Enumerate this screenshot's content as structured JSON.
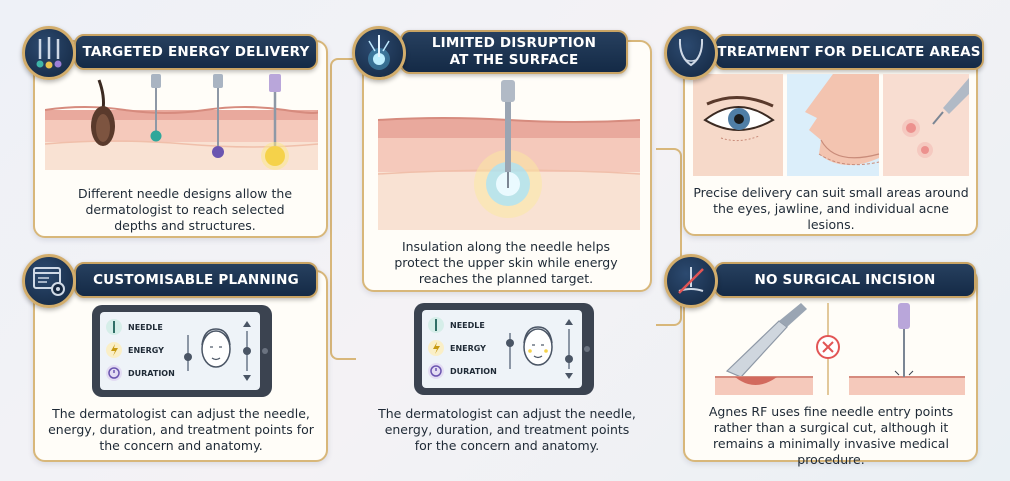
{
  "panels": {
    "targeted": {
      "title": "TARGETED ENERGY DELIVERY",
      "caption": "Different needle designs allow the dermatologist to reach selected depths and structures."
    },
    "planning": {
      "title": "CUSTOMISABLE PLANNING",
      "caption": "The dermatologist can adjust the needle, energy, duration, and treatment points for the concern and anatomy.",
      "controls": [
        "NEEDLE",
        "ENERGY",
        "DURATION"
      ]
    },
    "limited": {
      "title_line1": "LIMITED DISRUPTION",
      "title_line2": "AT THE SURFACE",
      "caption": "Insulation along the needle helps protect the upper skin while energy reaches the planned target."
    },
    "middle_tablet": {
      "caption": "The dermatologist can adjust the needle, energy, duration, and treatment points for the concern and anatomy.",
      "controls": [
        "NEEDLE",
        "ENERGY",
        "DURATION"
      ]
    },
    "delicate": {
      "title": "TREATMENT FOR DELICATE AREAS",
      "caption": "Precise delivery can suit small areas around the eyes, jawline, and individual acne lesions."
    },
    "incision": {
      "title": "NO SURGICAL INCISION",
      "caption": "Agnes RF uses fine needle entry points rather than a surgical cut, although it remains a minimally invasive medical procedure."
    }
  },
  "colors": {
    "banner": "#1b3352",
    "gold": "#d8b77a",
    "skin_top": "#f3c7b8",
    "skin_deep": "#f7ddd0",
    "energy": "#f5d24a"
  }
}
